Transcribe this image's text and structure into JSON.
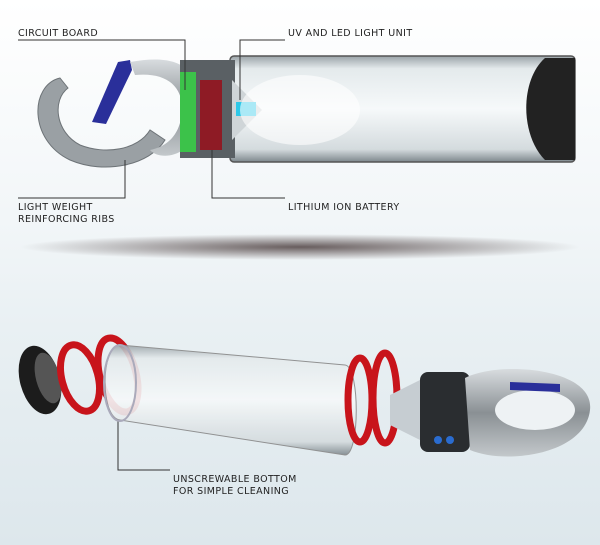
{
  "labels": {
    "circuit_board": "CIRCUIT BOARD",
    "uv_led_unit": "UV AND LED LIGHT UNIT",
    "ribs_line1": "LIGHT WEIGHT",
    "ribs_line2": "REINFORCING RIBS",
    "battery": "LITHIUM ION BATTERY",
    "bottom_line1": "UNSCREWABLE BOTTOM",
    "bottom_line2": "FOR SIMPLE CLEANING"
  },
  "colors": {
    "clip_blue": "#2a2f9a",
    "spiral_red": "#c8141b",
    "battery_red": "#8e1b25",
    "circuit_green": "#3cc24a",
    "uv_cyan": "#2fc8e8"
  }
}
